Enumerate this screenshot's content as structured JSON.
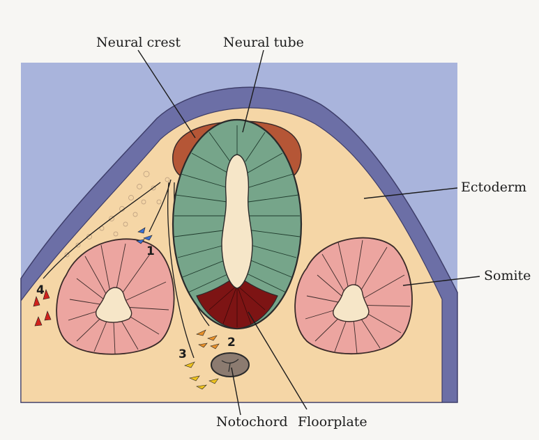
{
  "labels": {
    "neural_crest": "Neural crest",
    "neural_tube": "Neural tube",
    "ectoderm": "Ectoderm",
    "somite": "Somite",
    "notochord": "Notochord",
    "floorplate": "Floorplate"
  },
  "pathways": {
    "p1": "1",
    "p2": "2",
    "p3": "3",
    "p4": "4"
  },
  "colors": {
    "background_blue": "#a9b4dc",
    "ectoderm": "#6c6fa6",
    "mesenchyme": "#f5d6a6",
    "neural_crest": "#b55636",
    "neural_tube": "#76a58a",
    "lumen": "#f6e6c8",
    "floorplate": "#7d1414",
    "somite": "#eca5a0",
    "notochord": "#8c7b70",
    "cells_path1": "#3a6fd1",
    "cells_path2": "#e8902a",
    "cells_path3": "#eec21e",
    "cells_path4": "#d0221c"
  }
}
